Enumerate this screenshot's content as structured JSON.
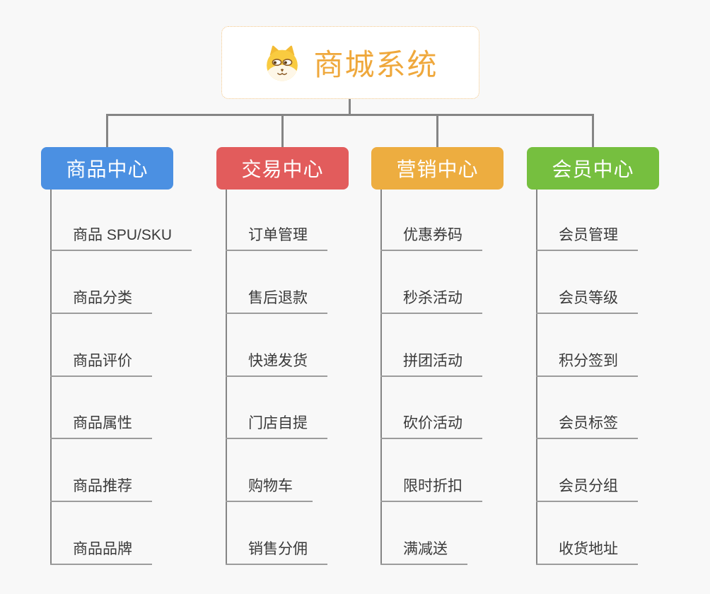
{
  "root": {
    "title": "商城系统",
    "icon": "shiba-dog-icon",
    "title_color": "#EFA83C"
  },
  "branches": [
    {
      "label": "商品中心",
      "color": "#4B90E2",
      "children": [
        "商品 SPU/SKU",
        "商品分类",
        "商品评价",
        "商品属性",
        "商品推荐",
        "商品品牌"
      ]
    },
    {
      "label": "交易中心",
      "color": "#E25C5C",
      "children": [
        "订单管理",
        "售后退款",
        "快递发货",
        "门店自提",
        "购物车",
        "销售分佣"
      ]
    },
    {
      "label": "营销中心",
      "color": "#EDAD40",
      "children": [
        "优惠券码",
        "秒杀活动",
        "拼团活动",
        "砍价活动",
        "限时折扣",
        "满减送"
      ]
    },
    {
      "label": "会员中心",
      "color": "#76BF3F",
      "children": [
        "会员管理",
        "会员等级",
        "积分签到",
        "会员标签",
        "会员分组",
        "收货地址"
      ]
    }
  ],
  "colors": {
    "connector": "#858585",
    "underline": "#9C9C9C",
    "child_text": "#3A3A3A",
    "root_border": "#F2C585",
    "background": "#F8F8F8",
    "node_text": "#FFFFFF"
  }
}
